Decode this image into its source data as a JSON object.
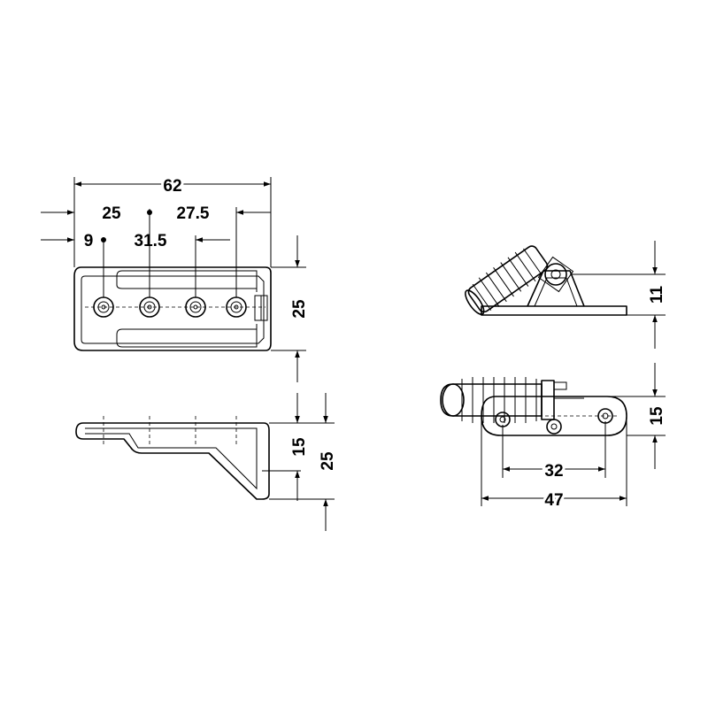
{
  "colors": {
    "line": "#000000",
    "background": "#ffffff"
  },
  "top_view": {
    "overall_width": "62",
    "hole_offset_a": "25",
    "hole_offset_b": "27.5",
    "hole_offset_c": "9",
    "hole_offset_d": "31.5",
    "depth": "25"
  },
  "side_view": {
    "flange_height": "15",
    "total_height": "25"
  },
  "angled_view": {
    "base_height": "11"
  },
  "plan_view": {
    "width": "15",
    "hole_spacing": "32",
    "length": "47"
  }
}
